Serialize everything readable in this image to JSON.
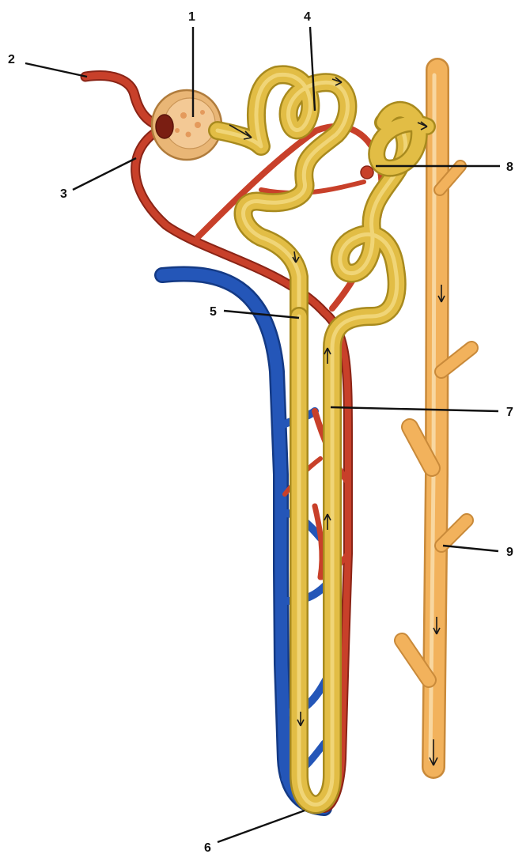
{
  "colors": {
    "arteriole": "#c8402a",
    "arteriole_dark": "#8a2416",
    "vein": "#2456b8",
    "vein_dark": "#143a85",
    "tubule": "#e2bd45",
    "tubule_dark": "#a88a1e",
    "duct": "#f2b25c",
    "duct_dark": "#c98a3a",
    "capsule": "#e9b676",
    "capsule_dark": "#b07c3c",
    "background": "#ffffff"
  },
  "labels": [
    {
      "id": "label-1",
      "text": "1"
    },
    {
      "id": "label-2",
      "text": "2"
    },
    {
      "id": "label-3",
      "text": "3"
    },
    {
      "id": "label-4",
      "text": "4"
    },
    {
      "id": "label-5",
      "text": "5"
    },
    {
      "id": "label-6",
      "text": "6"
    },
    {
      "id": "label-7",
      "text": "7"
    },
    {
      "id": "label-8",
      "text": "8"
    },
    {
      "id": "label-9",
      "text": "9"
    }
  ]
}
